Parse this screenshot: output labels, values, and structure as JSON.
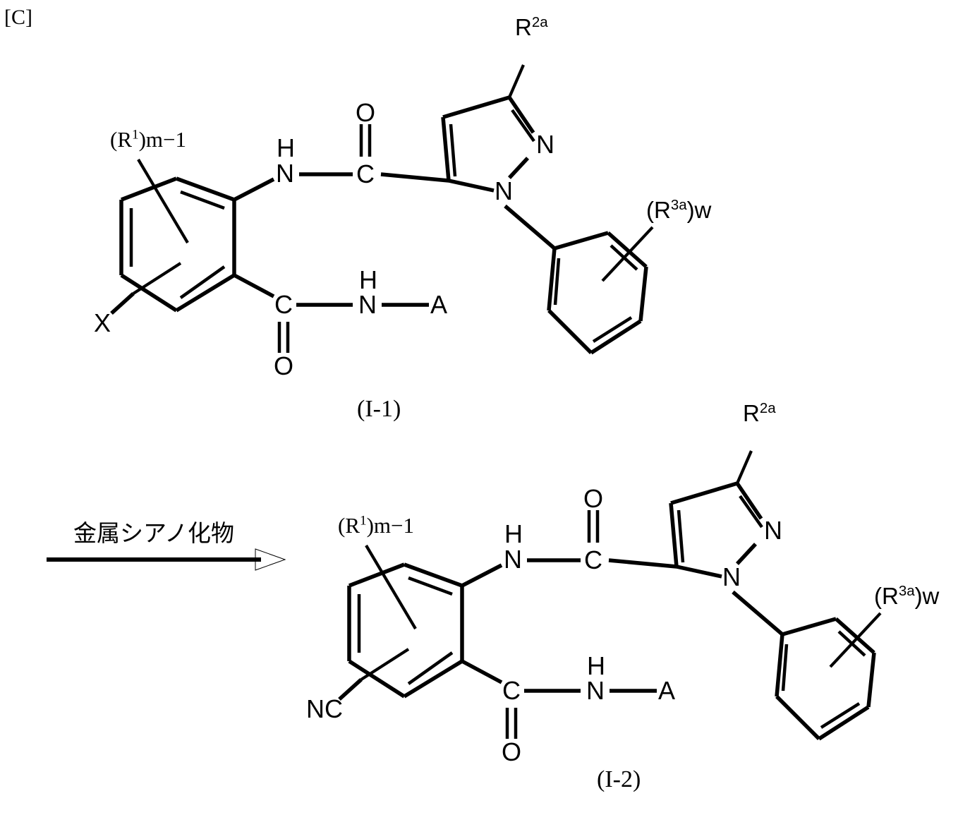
{
  "scheme": {
    "tag": "[C]",
    "reagent_text": "金属シアノ化物",
    "product_labels": {
      "reactant": "(I-1)",
      "product": "(I-2)"
    }
  },
  "structure_1": {
    "name": "(I-1)",
    "label": "(I-1)",
    "substituents": {
      "ring_r1_base": "(R",
      "ring_r1_sup": "1",
      "ring_r1_tail": ")m−1",
      "halogen": "X",
      "amide_n": "N",
      "amide_h": "H",
      "carbonyl_c": "C",
      "carbonyl_o": "O",
      "pyrazole_n1": "N",
      "pyrazole_n2": "N",
      "r2a_base": "R",
      "r2a_sup": "2a",
      "r3a_open": "(R",
      "r3a_sup": "3a",
      "r3a_tail": ")w",
      "amide2_n": "N",
      "amide2_h": "H",
      "amide2_c": "C",
      "amide2_o": "O",
      "a_group": "A"
    }
  },
  "structure_2": {
    "name": "(I-2)",
    "label": "(I-2)",
    "substituents": {
      "ring_r1_base": "(R",
      "ring_r1_sup": "1",
      "ring_r1_tail": ")m−1",
      "nitrile": "NC",
      "amide_n": "N",
      "amide_h": "H",
      "carbonyl_c": "C",
      "carbonyl_o": "O",
      "pyrazole_n1": "N",
      "pyrazole_n2": "N",
      "r2a_base": "R",
      "r2a_sup": "2a",
      "r3a_open": "(R",
      "r3a_sup": "3a",
      "r3a_tail": ")w",
      "amide2_n": "N",
      "amide2_h": "H",
      "amide2_c": "C",
      "amide2_o": "O",
      "a_group": "A"
    }
  },
  "colors": {
    "ink": "#000000",
    "paper": "#ffffff"
  }
}
